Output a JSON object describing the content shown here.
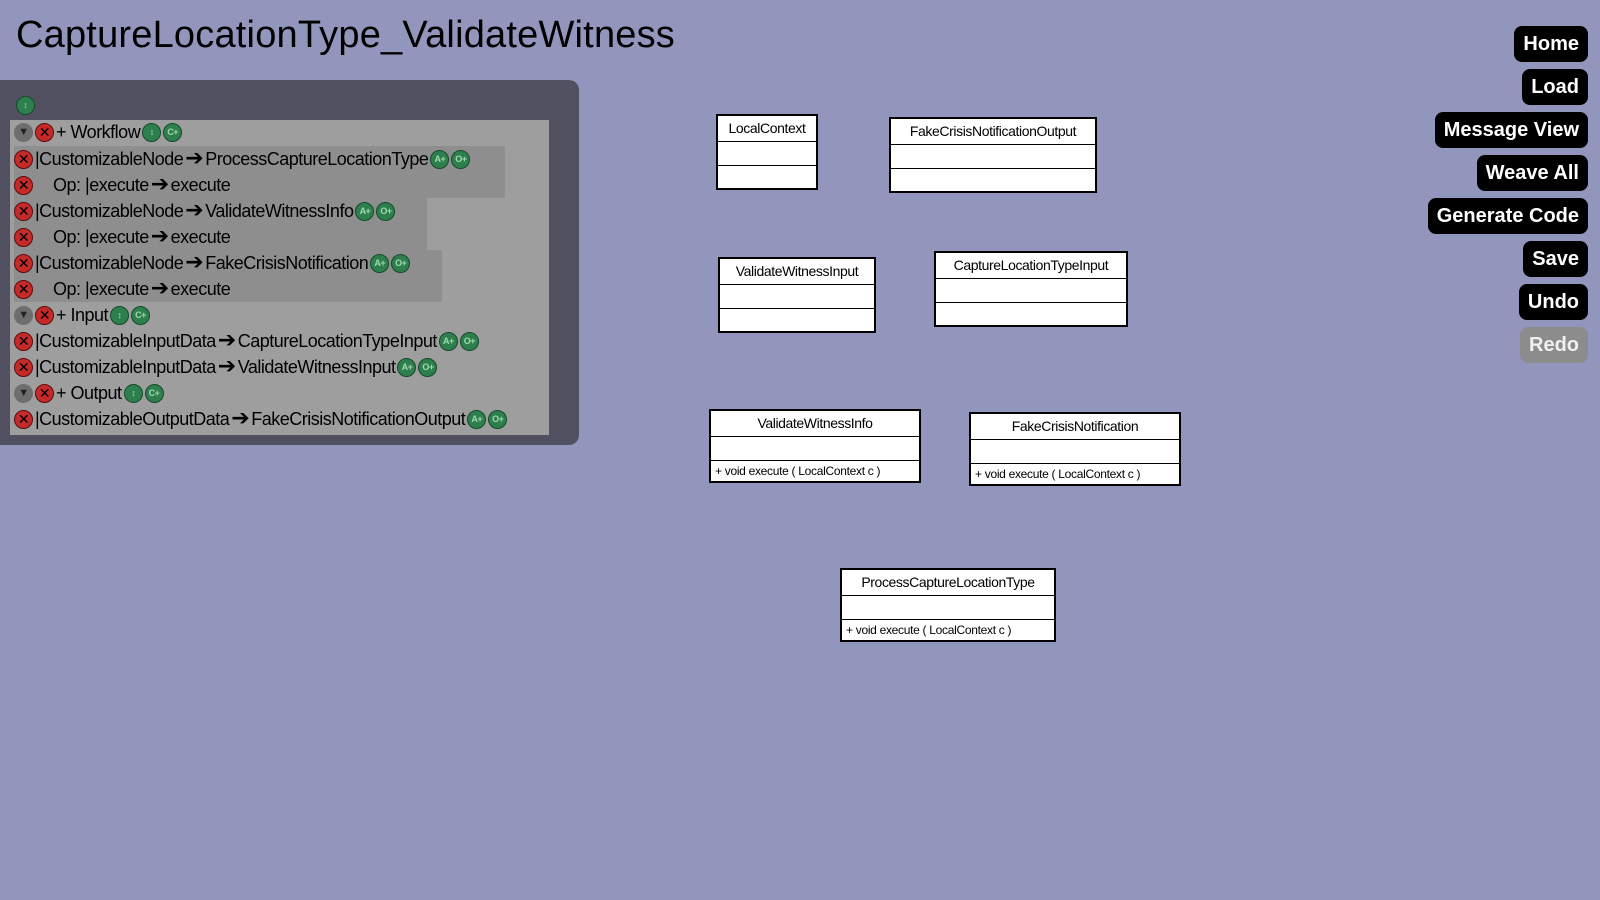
{
  "title": "CaptureLocationType_ValidateWitness",
  "toolbar": {
    "home": "Home",
    "load": "Load",
    "message_view": "Message View",
    "weave_all": "Weave All",
    "generate_code": "Generate Code",
    "save": "Save",
    "undo": "Undo",
    "redo": "Redo"
  },
  "tree": {
    "workflow_label": "+ Workflow",
    "input_label": "+ Input",
    "output_label": "+ Output",
    "arrow": "🡪",
    "nodes": [
      {
        "left": "|CustomizableNode",
        "right": "ProcessCaptureLocationType",
        "op_left": "Op: |execute",
        "op_right": "execute"
      },
      {
        "left": "|CustomizableNode",
        "right": "ValidateWitnessInfo",
        "op_left": "Op: |execute",
        "op_right": "execute"
      },
      {
        "left": "|CustomizableNode",
        "right": "FakeCrisisNotification",
        "op_left": "Op: |execute",
        "op_right": "execute"
      }
    ],
    "inputs": [
      {
        "left": "|CustomizableInputData",
        "right": "CaptureLocationTypeInput"
      },
      {
        "left": "|CustomizableInputData",
        "right": "ValidateWitnessInput"
      }
    ],
    "outputs": [
      {
        "left": "|CustomizableOutputData",
        "right": "FakeCrisisNotificationOutput"
      }
    ],
    "icon_labels": {
      "attr_add": "A+",
      "op_add": "O+",
      "class_add": "C+"
    }
  },
  "classes": {
    "local_context": {
      "name": "LocalContext"
    },
    "fake_crisis_output": {
      "name": "FakeCrisisNotificationOutput"
    },
    "validate_witness_input": {
      "name": "ValidateWitnessInput"
    },
    "capture_location_input": {
      "name": "CaptureLocationTypeInput"
    },
    "validate_witness_info": {
      "name": "ValidateWitnessInfo",
      "op": "+ void  execute ( LocalContext  c )"
    },
    "fake_crisis_notification": {
      "name": "FakeCrisisNotification",
      "op": "+ void  execute ( LocalContext  c )"
    },
    "process_capture": {
      "name": "ProcessCaptureLocationType",
      "op": "+ void  execute ( LocalContext  c )"
    }
  }
}
